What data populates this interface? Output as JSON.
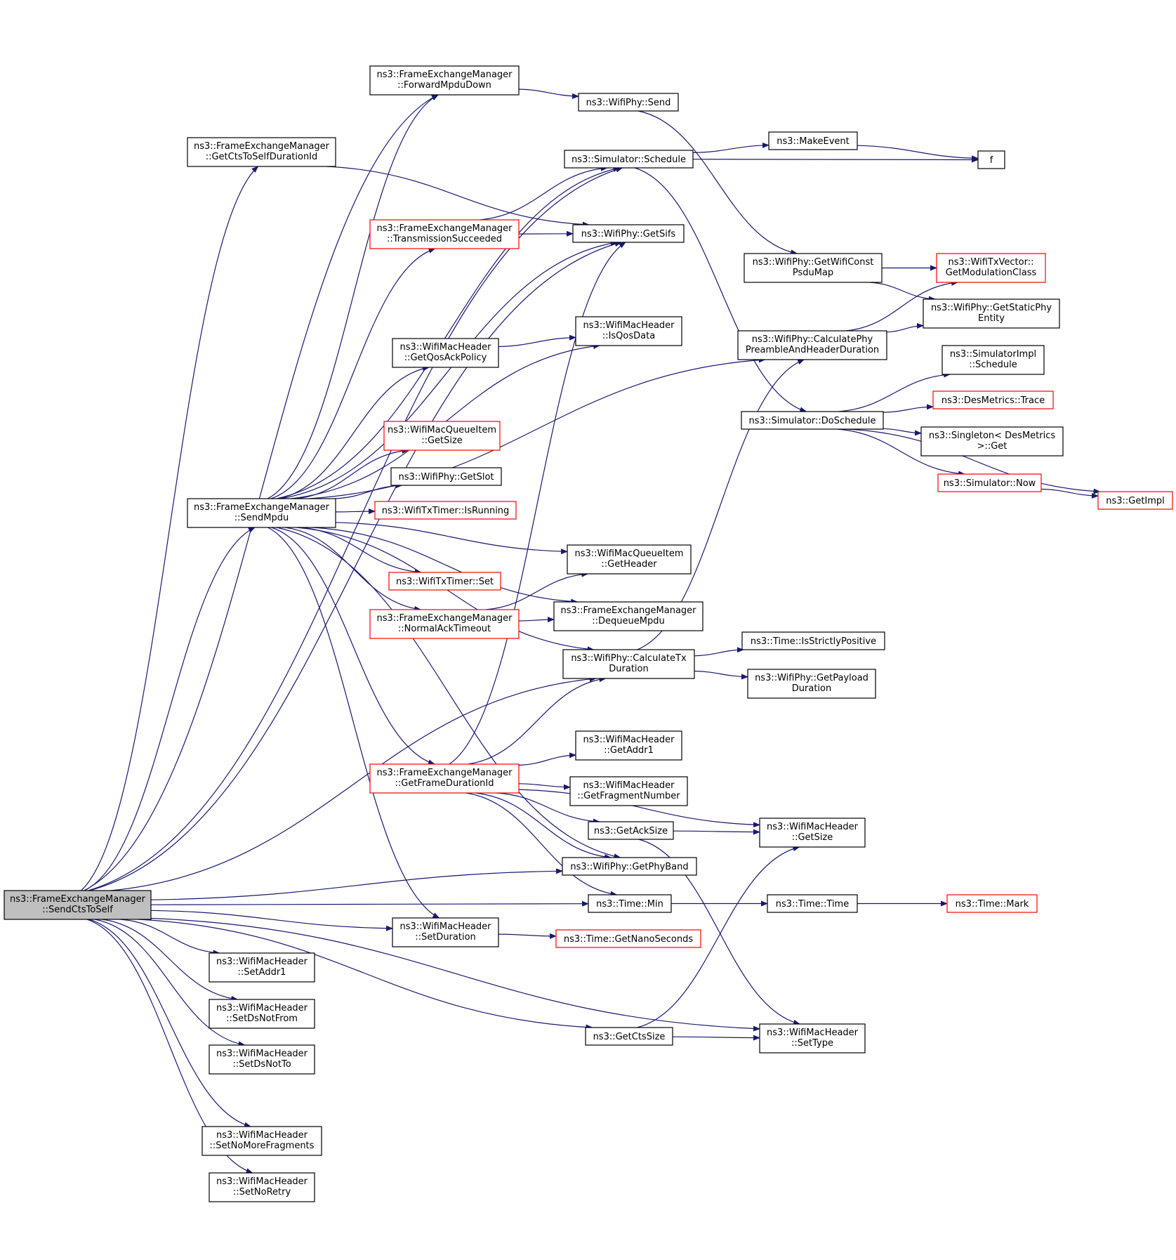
{
  "diagram": {
    "colors": {
      "edge": "#191970",
      "border_normal": "#000000",
      "border_truncated": "#ff0000",
      "root_fill": "#bfbfbf"
    },
    "nodes": [
      {
        "id": "root",
        "lines": [
          "ns3::FrameExchangeManager",
          "::SendCtsToSelf"
        ],
        "style": "root"
      },
      {
        "id": "fwd",
        "lines": [
          "ns3::FrameExchangeManager",
          "::ForwardMpduDown"
        ],
        "style": "normal"
      },
      {
        "id": "ctsdur",
        "lines": [
          "ns3::FrameExchangeManager",
          "::GetCtsToSelfDurationId"
        ],
        "style": "normal"
      },
      {
        "id": "send",
        "lines": [
          "ns3::WifiPhy::Send"
        ],
        "style": "normal"
      },
      {
        "id": "sched",
        "lines": [
          "ns3::Simulator::Schedule"
        ],
        "style": "normal"
      },
      {
        "id": "mkev",
        "lines": [
          "ns3::MakeEvent"
        ],
        "style": "normal"
      },
      {
        "id": "f",
        "lines": [
          "f"
        ],
        "style": "normal"
      },
      {
        "id": "txsucc",
        "lines": [
          "ns3::FrameExchangeManager",
          "::TransmissionSucceeded"
        ],
        "style": "truncated"
      },
      {
        "id": "sifs",
        "lines": [
          "ns3::WifiPhy::GetSifs"
        ],
        "style": "normal"
      },
      {
        "id": "psdu",
        "lines": [
          "ns3::WifiPhy::GetWifiConst",
          "PsduMap"
        ],
        "style": "normal"
      },
      {
        "id": "modcls",
        "lines": [
          "ns3::WifiTxVector::",
          "GetModulationClass"
        ],
        "style": "truncated"
      },
      {
        "id": "static",
        "lines": [
          "ns3::WifiPhy::GetStaticPhy",
          "Entity"
        ],
        "style": "normal"
      },
      {
        "id": "qosack",
        "lines": [
          "ns3::WifiMacHeader",
          "::GetQosAckPolicy"
        ],
        "style": "normal"
      },
      {
        "id": "isqos",
        "lines": [
          "ns3::WifiMacHeader",
          "::IsQosData"
        ],
        "style": "normal"
      },
      {
        "id": "preamble",
        "lines": [
          "ns3::WifiPhy::CalculatePhy",
          "PreambleAndHeaderDuration"
        ],
        "style": "normal"
      },
      {
        "id": "implsch",
        "lines": [
          "ns3::SimulatorImpl",
          "::Schedule"
        ],
        "style": "normal"
      },
      {
        "id": "trace",
        "lines": [
          "ns3::DesMetrics::Trace"
        ],
        "style": "truncated"
      },
      {
        "id": "mqsize",
        "lines": [
          "ns3::WifiMacQueueItem",
          "::GetSize"
        ],
        "style": "truncated"
      },
      {
        "id": "dosch",
        "lines": [
          "ns3::Simulator::DoSchedule"
        ],
        "style": "normal"
      },
      {
        "id": "single",
        "lines": [
          "ns3::Singleton< DesMetrics",
          " >::Get"
        ],
        "style": "normal"
      },
      {
        "id": "slot",
        "lines": [
          "ns3::WifiPhy::GetSlot"
        ],
        "style": "normal"
      },
      {
        "id": "now",
        "lines": [
          "ns3::Simulator::Now"
        ],
        "style": "truncated"
      },
      {
        "id": "sendmpdu",
        "lines": [
          "ns3::FrameExchangeManager",
          "::SendMpdu"
        ],
        "style": "normal"
      },
      {
        "id": "running",
        "lines": [
          "ns3::WifiTxTimer::IsRunning"
        ],
        "style": "truncated"
      },
      {
        "id": "getimpl",
        "lines": [
          "ns3::GetImpl"
        ],
        "style": "truncated"
      },
      {
        "id": "mqhdr",
        "lines": [
          "ns3::WifiMacQueueItem",
          "::GetHeader"
        ],
        "style": "normal"
      },
      {
        "id": "timerset",
        "lines": [
          "ns3::WifiTxTimer::Set"
        ],
        "style": "truncated"
      },
      {
        "id": "ackto",
        "lines": [
          "ns3::FrameExchangeManager",
          "::NormalAckTimeout"
        ],
        "style": "truncated"
      },
      {
        "id": "deq",
        "lines": [
          "ns3::FrameExchangeManager",
          "::DequeueMpdu"
        ],
        "style": "normal"
      },
      {
        "id": "strict",
        "lines": [
          "ns3::Time::IsStrictlyPositive"
        ],
        "style": "normal"
      },
      {
        "id": "txdur",
        "lines": [
          "ns3::WifiPhy::CalculateTx",
          "Duration"
        ],
        "style": "normal"
      },
      {
        "id": "payload",
        "lines": [
          "ns3::WifiPhy::GetPayload",
          "Duration"
        ],
        "style": "normal"
      },
      {
        "id": "addr1",
        "lines": [
          "ns3::WifiMacHeader",
          "::GetAddr1"
        ],
        "style": "normal"
      },
      {
        "id": "framedur",
        "lines": [
          "ns3::FrameExchangeManager",
          "::GetFrameDurationId"
        ],
        "style": "truncated"
      },
      {
        "id": "fragnum",
        "lines": [
          "ns3::WifiMacHeader",
          "::GetFragmentNumber"
        ],
        "style": "normal"
      },
      {
        "id": "acksize",
        "lines": [
          "ns3::GetAckSize"
        ],
        "style": "normal"
      },
      {
        "id": "hdrsize",
        "lines": [
          "ns3::WifiMacHeader",
          "::GetSize"
        ],
        "style": "normal"
      },
      {
        "id": "phyband",
        "lines": [
          "ns3::WifiPhy::GetPhyBand"
        ],
        "style": "normal"
      },
      {
        "id": "tmin",
        "lines": [
          "ns3::Time::Min"
        ],
        "style": "normal"
      },
      {
        "id": "ttime",
        "lines": [
          "ns3::Time::Time"
        ],
        "style": "normal"
      },
      {
        "id": "tmark",
        "lines": [
          "ns3::Time::Mark"
        ],
        "style": "truncated"
      },
      {
        "id": "setdur",
        "lines": [
          "ns3::WifiMacHeader",
          "::SetDuration"
        ],
        "style": "normal"
      },
      {
        "id": "nanos",
        "lines": [
          "ns3::Time::GetNanoSeconds"
        ],
        "style": "truncated"
      },
      {
        "id": "setaddr1",
        "lines": [
          "ns3::WifiMacHeader",
          "::SetAddr1"
        ],
        "style": "normal"
      },
      {
        "id": "dsfrom",
        "lines": [
          "ns3::WifiMacHeader",
          "::SetDsNotFrom"
        ],
        "style": "normal"
      },
      {
        "id": "ctssize",
        "lines": [
          "ns3::GetCtsSize"
        ],
        "style": "normal"
      },
      {
        "id": "settype",
        "lines": [
          "ns3::WifiMacHeader",
          "::SetType"
        ],
        "style": "normal"
      },
      {
        "id": "dsto",
        "lines": [
          "ns3::WifiMacHeader",
          "::SetDsNotTo"
        ],
        "style": "normal"
      },
      {
        "id": "nomore",
        "lines": [
          "ns3::WifiMacHeader",
          "::SetNoMoreFragments"
        ],
        "style": "normal"
      },
      {
        "id": "noretry",
        "lines": [
          "ns3::WifiMacHeader",
          "::SetNoRetry"
        ],
        "style": "normal"
      }
    ],
    "edges": [
      [
        "root",
        "fwd"
      ],
      [
        "root",
        "ctsdur"
      ],
      [
        "root",
        "sched"
      ],
      [
        "root",
        "sifs"
      ],
      [
        "root",
        "sendmpdu"
      ],
      [
        "root",
        "txdur"
      ],
      [
        "root",
        "phyband"
      ],
      [
        "root",
        "tmin"
      ],
      [
        "root",
        "setdur"
      ],
      [
        "root",
        "setaddr1"
      ],
      [
        "root",
        "dsfrom"
      ],
      [
        "root",
        "dsto"
      ],
      [
        "root",
        "ctssize"
      ],
      [
        "root",
        "settype"
      ],
      [
        "root",
        "nomore"
      ],
      [
        "root",
        "noretry"
      ],
      [
        "fwd",
        "send"
      ],
      [
        "send",
        "psdu"
      ],
      [
        "ctsdur",
        "sifs"
      ],
      [
        "sched",
        "mkev"
      ],
      [
        "sched",
        "f"
      ],
      [
        "sched",
        "dosch"
      ],
      [
        "mkev",
        "f"
      ],
      [
        "txsucc",
        "sched"
      ],
      [
        "txsucc",
        "sifs"
      ],
      [
        "psdu",
        "modcls"
      ],
      [
        "psdu",
        "static"
      ],
      [
        "preamble",
        "modcls"
      ],
      [
        "preamble",
        "static"
      ],
      [
        "qosack",
        "isqos"
      ],
      [
        "dosch",
        "implsch"
      ],
      [
        "dosch",
        "trace"
      ],
      [
        "dosch",
        "single"
      ],
      [
        "dosch",
        "now"
      ],
      [
        "dosch",
        "getimpl"
      ],
      [
        "now",
        "getimpl"
      ],
      [
        "sendmpdu",
        "fwd"
      ],
      [
        "sendmpdu",
        "sched"
      ],
      [
        "sendmpdu",
        "txsucc"
      ],
      [
        "sendmpdu",
        "sifs"
      ],
      [
        "sendmpdu",
        "isqos"
      ],
      [
        "sendmpdu",
        "qosack"
      ],
      [
        "sendmpdu",
        "preamble"
      ],
      [
        "sendmpdu",
        "mqsize"
      ],
      [
        "sendmpdu",
        "slot"
      ],
      [
        "sendmpdu",
        "running"
      ],
      [
        "sendmpdu",
        "mqhdr"
      ],
      [
        "sendmpdu",
        "timerset"
      ],
      [
        "sendmpdu",
        "ackto"
      ],
      [
        "sendmpdu",
        "deq"
      ],
      [
        "sendmpdu",
        "txdur"
      ],
      [
        "sendmpdu",
        "framedur"
      ],
      [
        "sendmpdu",
        "phyband"
      ],
      [
        "sendmpdu",
        "setdur"
      ],
      [
        "ackto",
        "mqhdr"
      ],
      [
        "ackto",
        "deq"
      ],
      [
        "txdur",
        "preamble"
      ],
      [
        "txdur",
        "strict"
      ],
      [
        "txdur",
        "payload"
      ],
      [
        "framedur",
        "sifs"
      ],
      [
        "framedur",
        "txdur"
      ],
      [
        "framedur",
        "hdrsize"
      ],
      [
        "framedur",
        "addr1"
      ],
      [
        "framedur",
        "fragnum"
      ],
      [
        "framedur",
        "acksize"
      ],
      [
        "framedur",
        "phyband"
      ],
      [
        "framedur",
        "tmin"
      ],
      [
        "acksize",
        "hdrsize"
      ],
      [
        "acksize",
        "settype"
      ],
      [
        "tmin",
        "ttime"
      ],
      [
        "ttime",
        "tmark"
      ],
      [
        "setdur",
        "nanos"
      ],
      [
        "ctssize",
        "hdrsize"
      ],
      [
        "ctssize",
        "settype"
      ]
    ]
  }
}
